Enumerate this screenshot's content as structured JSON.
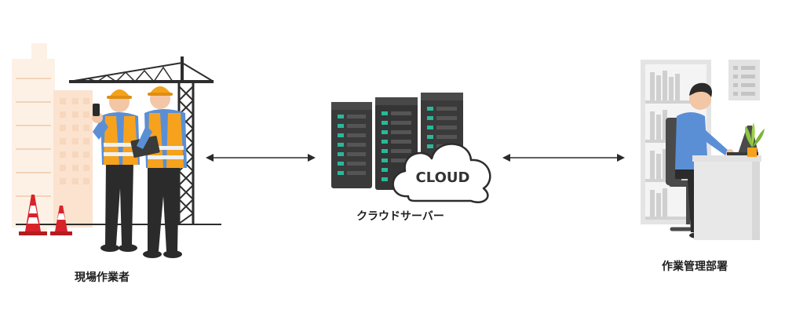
{
  "nodes": {
    "site": {
      "label": "現場作業者"
    },
    "server": {
      "label": "クラウドサーバー",
      "cloud_text": "CLOUD"
    },
    "office": {
      "label": "作業管理部署"
    }
  },
  "colors": {
    "vest": "#f6a21d",
    "reflective": "#eef0f2",
    "helmet": "#f3a31b",
    "shirt": "#5a8fd6",
    "pants": "#2b2b2b",
    "crane": "#2d2d2d",
    "building_tint": "#fcebdc",
    "cone_red": "#d8232a",
    "server_body": "#3a3a3a",
    "server_led": "#28b99a",
    "cloud_outline": "#2d2d2d",
    "arrow": "#2a2a2a",
    "shelf": "#dcdcdc",
    "desk": "#e6e6e6",
    "plant": "#8cc63f"
  }
}
